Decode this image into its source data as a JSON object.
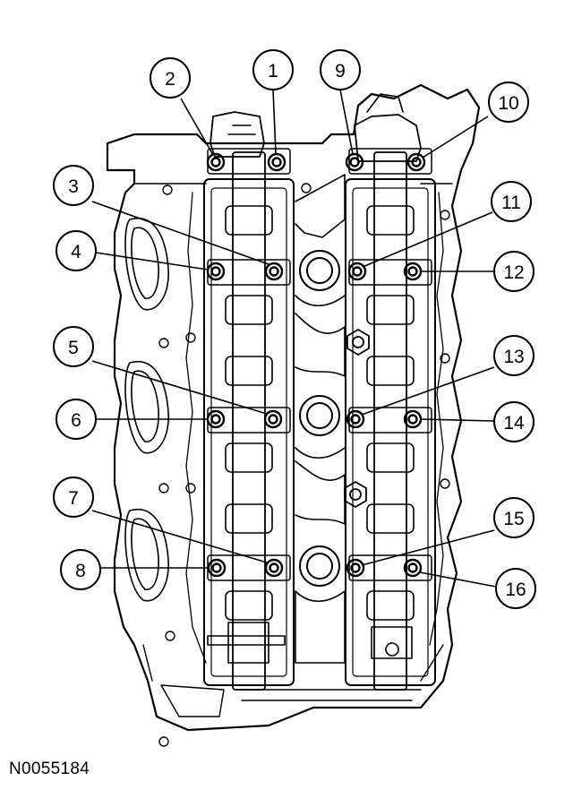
{
  "figure_id": "N0055184",
  "callouts": [
    {
      "label": "1"
    },
    {
      "label": "2"
    },
    {
      "label": "3"
    },
    {
      "label": "4"
    },
    {
      "label": "5"
    },
    {
      "label": "6"
    },
    {
      "label": "7"
    },
    {
      "label": "8"
    },
    {
      "label": "9"
    },
    {
      "label": "10"
    },
    {
      "label": "11"
    },
    {
      "label": "12"
    },
    {
      "label": "13"
    },
    {
      "label": "14"
    },
    {
      "label": "15"
    },
    {
      "label": "16"
    }
  ]
}
